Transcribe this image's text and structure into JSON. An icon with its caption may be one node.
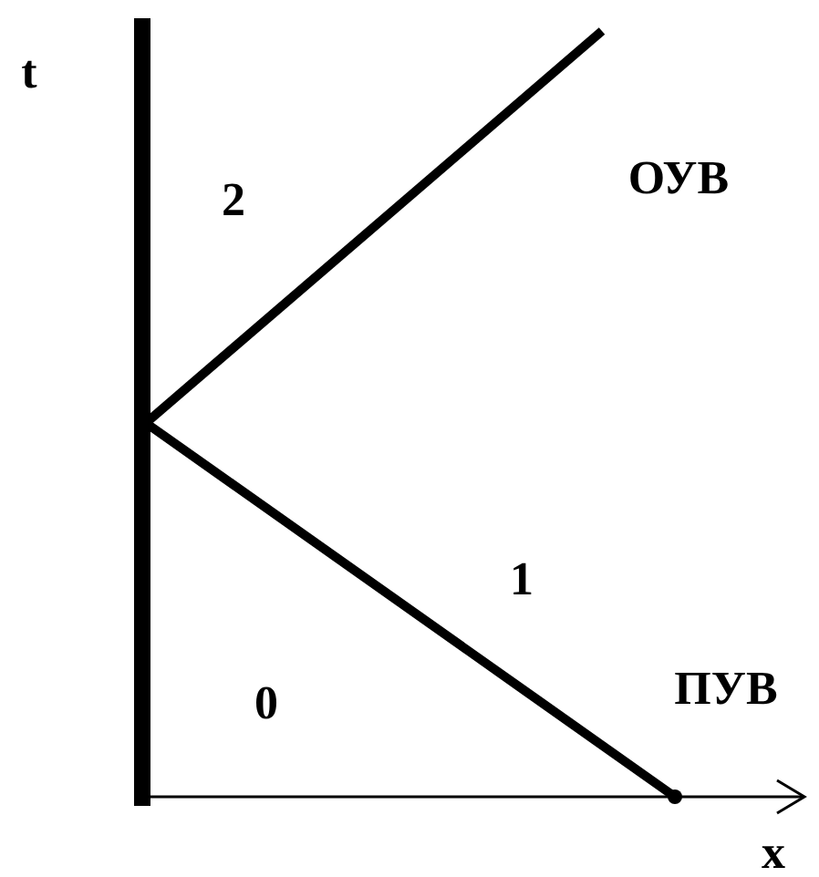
{
  "diagram": {
    "labels": [
      "t",
      "ОУВ",
      "2",
      "1",
      "ПУВ",
      "0",
      "x"
    ]
  }
}
